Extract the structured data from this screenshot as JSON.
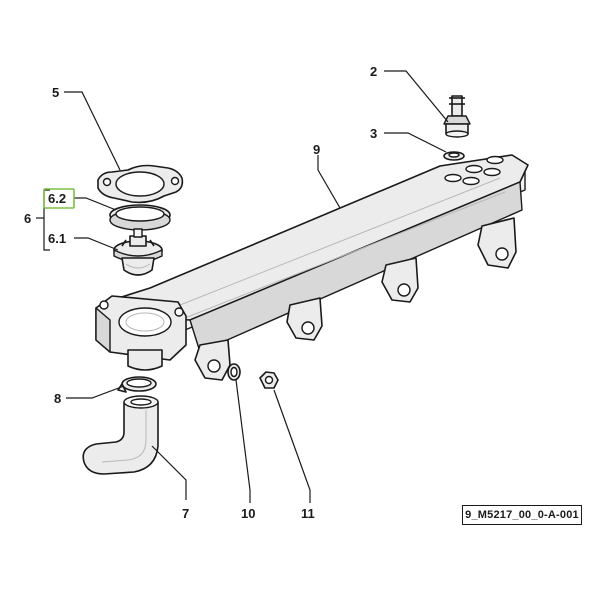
{
  "callouts": {
    "c2": "2",
    "c3": "3",
    "c5": "5",
    "c6": "6",
    "c6_1": "6.1",
    "c6_2": "6.2",
    "c7": "7",
    "c8": "8",
    "c9": "9",
    "c10": "10",
    "c11": "11"
  },
  "reference_code": "9_M5217_00_0-A-001",
  "colors": {
    "highlight": "#7bc043",
    "line": "#1a1a1a"
  }
}
